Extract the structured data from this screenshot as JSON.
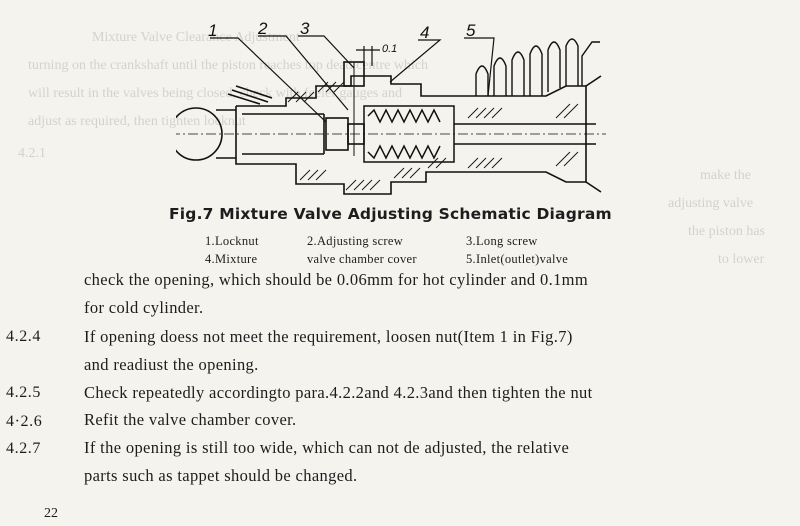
{
  "figure": {
    "callouts": [
      "1",
      "2",
      "3",
      "4",
      "5"
    ],
    "dimension_label": "0.1",
    "caption": "Fig.7 Mixture Valve Adjusting Schematic Diagram",
    "legend_row1": [
      "1.Locknut",
      "2.Adjusting screw",
      "3.Long screw"
    ],
    "legend_row2": [
      "4.Mixture",
      "valve chamber cover",
      "5.Inlet(outlet)valve"
    ]
  },
  "body": {
    "line1": "check the opening, which should be 0.06mm for hot cylinder and 0.1mm",
    "line2": "for cold cylinder.",
    "items": [
      {
        "num": "4.2.4",
        "text": "If opening doess not meet the requirement, loosen nut(Item 1 in Fig.7)"
      },
      {
        "num": "",
        "text": "and readiust the opening."
      },
      {
        "num": "4.2.5",
        "text": "Check repeatedly accordingto para.4.2.2and 4.2.3and then tighten the nut"
      },
      {
        "num": "4·2.6",
        "text": "Refit the valve chamber cover."
      },
      {
        "num": "4.2.7",
        "text": "If the opening is still too wide, which can not de adjusted, the relative"
      },
      {
        "num": "",
        "text": "parts such as tappet should be changed."
      }
    ]
  },
  "page_number": "22",
  "bleed_through": [
    "Mixture Valve Clearance Adjustment",
    "turning on the crankshaft until the piston reaches top dead centre which",
    "will result in the valves being closed, check with feeler gauges and",
    "adjust as required, then tighten locknut",
    "4.2.1",
    "make the",
    "adjusting valve",
    "the piston has",
    "to lower"
  ]
}
